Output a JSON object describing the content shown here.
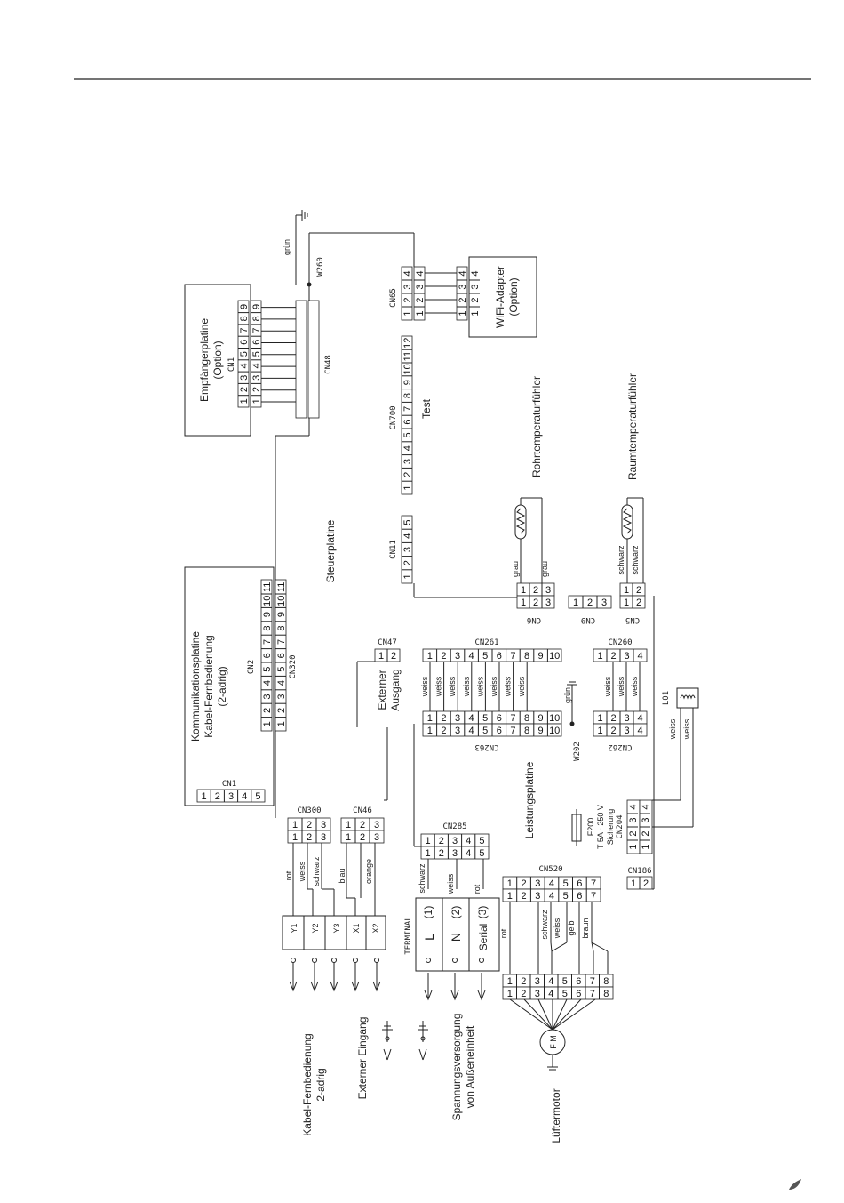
{
  "boards": {
    "empfaenger_title": "Empfängerplatine",
    "empfaenger_option": "(Option)",
    "wifi_title": "WiFi-Adapter",
    "wifi_option": "(Option)",
    "komm_title1": "Kommunikationsplatine",
    "komm_title2": "Kabel-Fernbedienung",
    "komm_title3": "(2-adrig)",
    "steuer": "Steuerplatine",
    "leistung": "Leistungsplatine",
    "terminal": "TERMINAL"
  },
  "connectors": {
    "cn1_recv": "CN1",
    "cn48": "CN48",
    "w260": "W260",
    "cn65": "CN65",
    "cn700": "CN700",
    "cn11": "CN11",
    "cn6": "CN6",
    "cn9": "CN9",
    "cn5": "CN5",
    "cn47": "CN47",
    "cn261": "CN261",
    "cn260": "CN260",
    "cn263": "CN263",
    "w202": "W202",
    "cn262": "CN262",
    "l01": "L01",
    "cn2": "CN2",
    "cn320": "CN320",
    "cn1_komm": "CN1",
    "cn300": "CN300",
    "cn46": "CN46",
    "cn285": "CN285",
    "cn520": "CN520",
    "cn186": "CN186",
    "cn204": "CN204"
  },
  "labels": {
    "test": "Test",
    "rohr": "Rohrtemperaturfühler",
    "raum": "Raumtemperaturfühler",
    "extern_ausgang1": "Externer",
    "extern_ausgang2": "Ausgang",
    "fuse1": "F200",
    "fuse2": "T 5A - 250 V",
    "fuse3": "Sicherung",
    "kabel1": "Kabel-Fernbedienung",
    "kabel2": "2-adrig",
    "ext_eingang": "Externer Eingang",
    "spannung1": "Spannungsversorgung",
    "spannung2": "von Außeneinheit",
    "luefter": "Lüftermotor",
    "motor": "F M"
  },
  "wires": {
    "gruen": "grün",
    "grau": "grau",
    "schwarz": "schwarz",
    "weiss": "weiss",
    "rot": "rot",
    "blau": "blau",
    "orange": "orange",
    "gelb": "gelb",
    "braun": "braun"
  },
  "terminals": {
    "y1": "Y1",
    "y2": "Y2",
    "y3": "Y3",
    "x1": "X1",
    "x2": "X2",
    "t1": "(1)",
    "t2": "(2)",
    "t3": "(3)",
    "tl": "L",
    "tn": "N",
    "ts": "Serial"
  },
  "colors": {
    "line": "#222222"
  }
}
